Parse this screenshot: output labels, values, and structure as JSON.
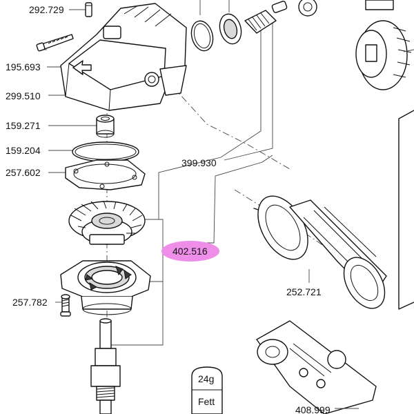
{
  "labels": {
    "p292729": "292.729",
    "p195693": "195.693",
    "p299510": "299.510",
    "p159271": "159.271",
    "p159204": "159.204",
    "p257602": "257.602",
    "p399930": "399.930",
    "p402516": "402.516",
    "p257782": "257.782",
    "p252721": "252.721",
    "p408999": "408.999"
  },
  "grease": {
    "amount": "24g",
    "name": "Fett"
  },
  "colors": {
    "line": "#111111",
    "highlight": "#ee8ee8",
    "grey": "#d9d9d9"
  }
}
